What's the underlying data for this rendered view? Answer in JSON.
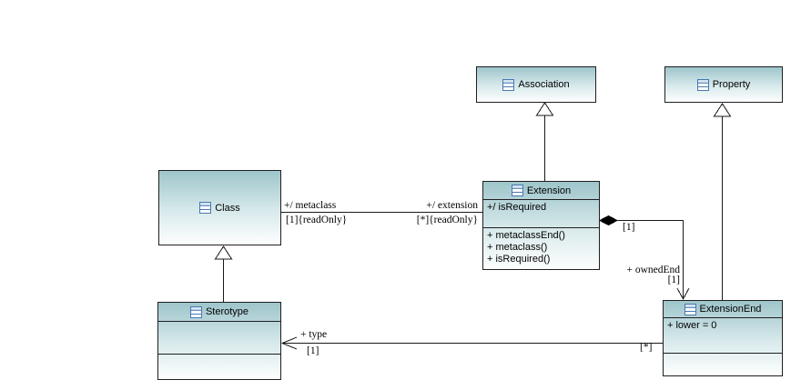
{
  "classes": [
    {
      "name": "Association",
      "attributes": [],
      "operations": []
    },
    {
      "name": "Property",
      "attributes": [],
      "operations": []
    },
    {
      "name": "Class",
      "attributes": [],
      "operations": []
    },
    {
      "name": "Extension",
      "attributes": [
        "+/ isRequired"
      ],
      "operations": [
        "+ metaclassEnd()",
        "+ metaclass()",
        "+ isRequired()"
      ]
    },
    {
      "name": "Sterotype",
      "attributes": [],
      "operations": []
    },
    {
      "name": "ExtensionEnd",
      "attributes": [
        "+ lower = 0"
      ],
      "operations": []
    }
  ],
  "edge_labels": {
    "metaclass_role": "+/ metaclass",
    "metaclass_multiplicity": "[1]{readOnly}",
    "extension_role": "+/ extension",
    "extension_multiplicity": "[*]{readOnly}",
    "composition_multiplicity": "[1]",
    "ownedend_role": "+ ownedEnd",
    "ownedend_multiplicity": "[1]",
    "type_role": "+ type",
    "type_multiplicity": "[1]",
    "type_source_multiplicity": "[*]"
  },
  "colors": {
    "box_gradient_top": "#9ec5cb",
    "box_gradient_bottom": "#fdfefe",
    "box_border": "#1f1f1f",
    "connector": "#1a1a1a",
    "class_icon_blue": "#4878b0",
    "background": "#ffffff"
  }
}
